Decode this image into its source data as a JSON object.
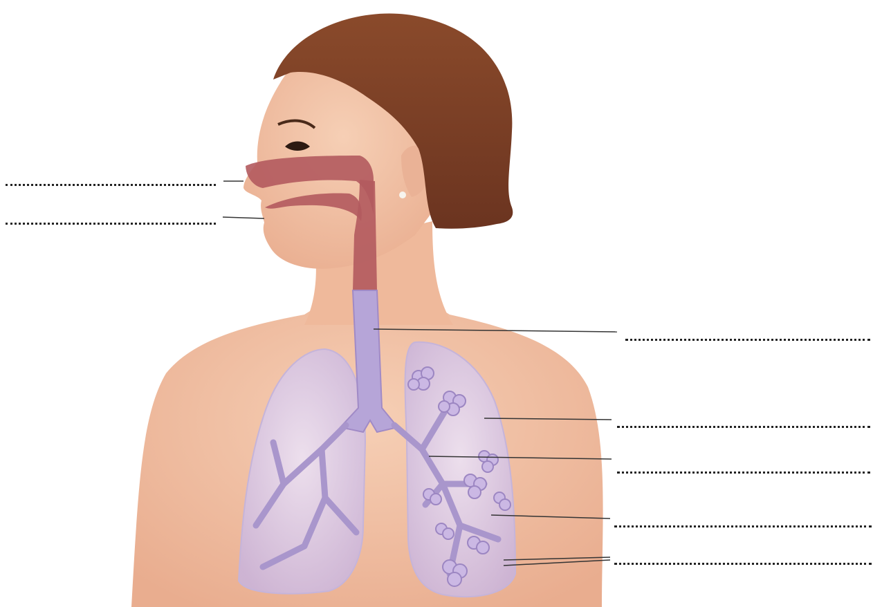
{
  "diagram": {
    "colors": {
      "background": "#ffffff",
      "skin": "#f2c2a4",
      "skin_shadow": "#e4a88a",
      "hair": "#7a3f25",
      "airway": "#b25a5e",
      "lung": "#d9cbe6",
      "bronchi": "#a996cc",
      "alveoli": "#cbb8e4",
      "leader_line": "#333333",
      "blank_line": "#222222"
    },
    "labels": [
      {
        "id": "nose",
        "text": ""
      },
      {
        "id": "mouth",
        "text": ""
      },
      {
        "id": "trachea",
        "text": ""
      },
      {
        "id": "lung",
        "text": ""
      },
      {
        "id": "bronchus",
        "text": ""
      },
      {
        "id": "bronchiole",
        "text": ""
      },
      {
        "id": "alveoli",
        "text": ""
      }
    ]
  }
}
